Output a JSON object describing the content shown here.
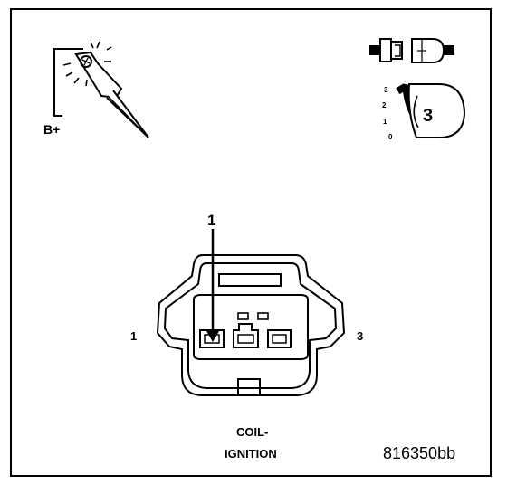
{
  "probe_icon": {
    "label": "B+"
  },
  "key_icon": {
    "ticks": [
      "3",
      "2",
      "1",
      "0"
    ],
    "position": "3"
  },
  "connector": {
    "pin_callout": "1",
    "left_pin_label": "1",
    "right_pin_label": "3",
    "caption_line1": "COIL-",
    "caption_line2": "IGNITION"
  },
  "figure_id": "816350bb",
  "colors": {
    "ink": "#000000",
    "background": "#ffffff"
  }
}
